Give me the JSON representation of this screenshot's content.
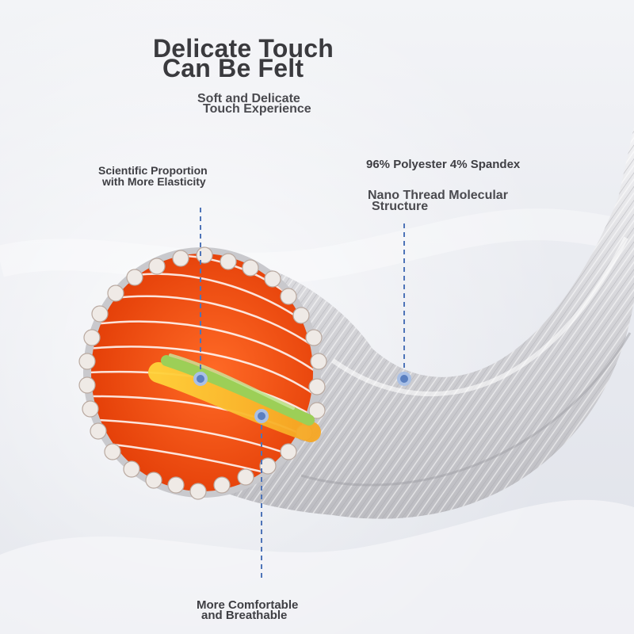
{
  "headline": {
    "line1": "Delicate Touch",
    "line2": "Can Be Felt"
  },
  "subheadline": {
    "line1": "Soft and Delicate",
    "line2": "Touch Experience"
  },
  "callouts": {
    "elasticity": {
      "line1": "Scientific Proportion",
      "line2": "with More Elasticity"
    },
    "material": "96% Polyester 4% Spandex",
    "structure": {
      "line1": "Nano Thread Molecular",
      "line2": "Structure"
    },
    "comfort": {
      "line1": "More Comfortable",
      "line2": "and Breathable"
    }
  },
  "colors": {
    "text": "#3a3a3e",
    "fiber_core": "#f04a10",
    "fiber_sheath": "#d9d9dc",
    "inner_thread": "#8fca52",
    "leader_line": "#4e74b8"
  }
}
